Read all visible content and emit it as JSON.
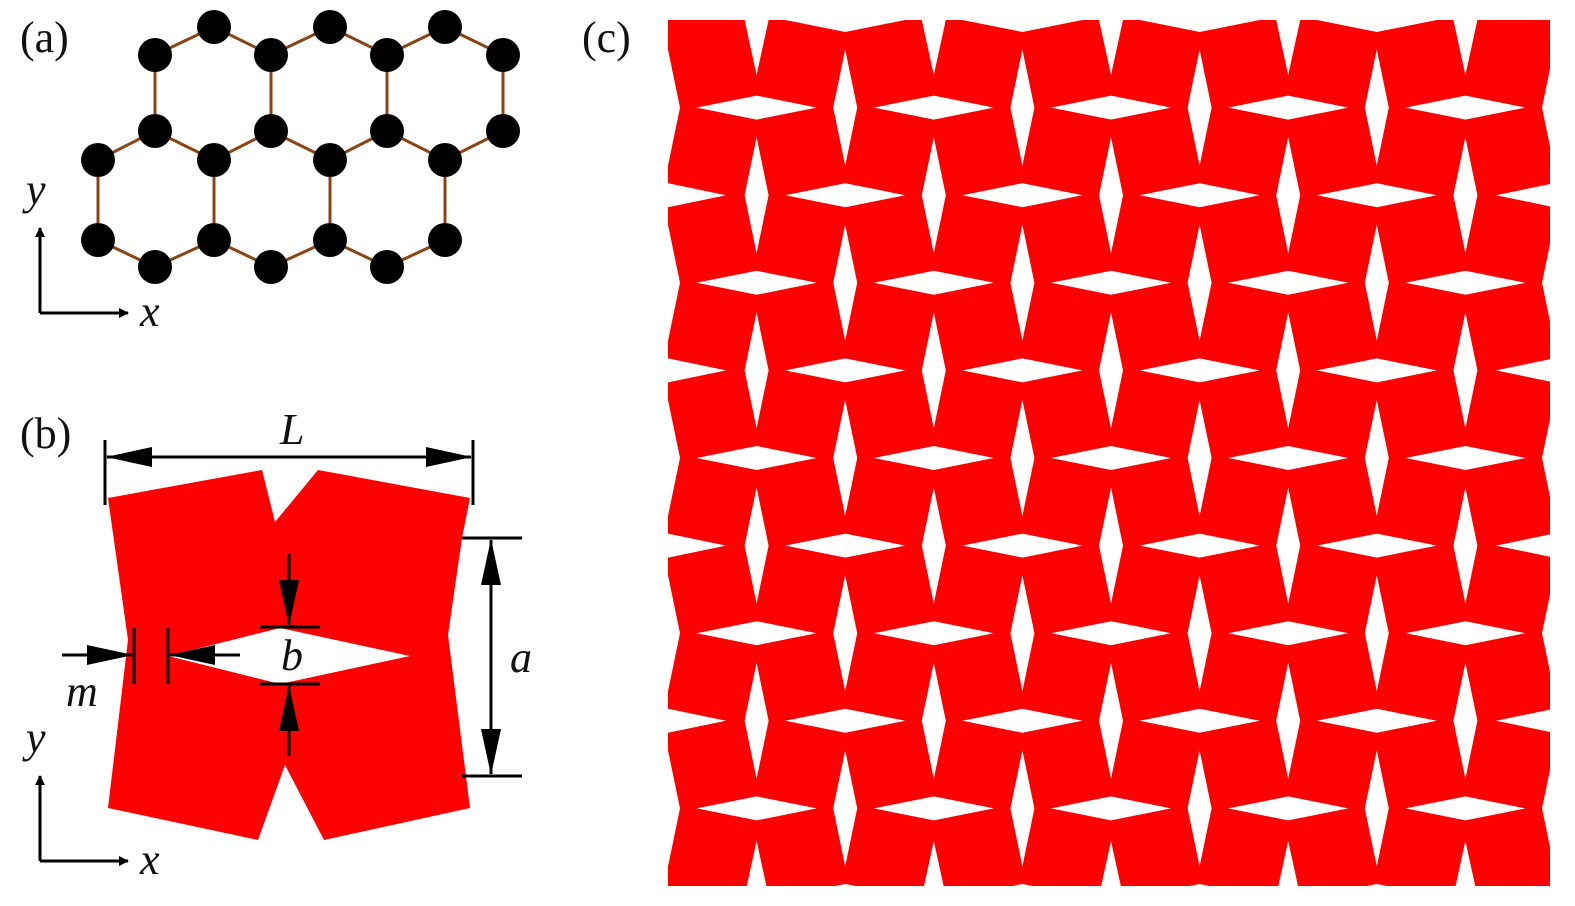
{
  "panels": {
    "a": {
      "tag": "(a)",
      "axis_x": "x",
      "axis_y": "y",
      "colors": {
        "atom": "#000000",
        "bond": "#8b4513"
      }
    },
    "b": {
      "tag": "(b)",
      "dim_L": "L",
      "dim_a": "a",
      "dim_b": "b",
      "dim_m": "m",
      "axis_x": "x",
      "axis_y": "y",
      "colors": {
        "material": "#ff0000",
        "annotation": "#000000"
      }
    },
    "c": {
      "tag": "(c)",
      "colors": {
        "material": "#ff0000",
        "hole": "#ffffff"
      }
    }
  }
}
